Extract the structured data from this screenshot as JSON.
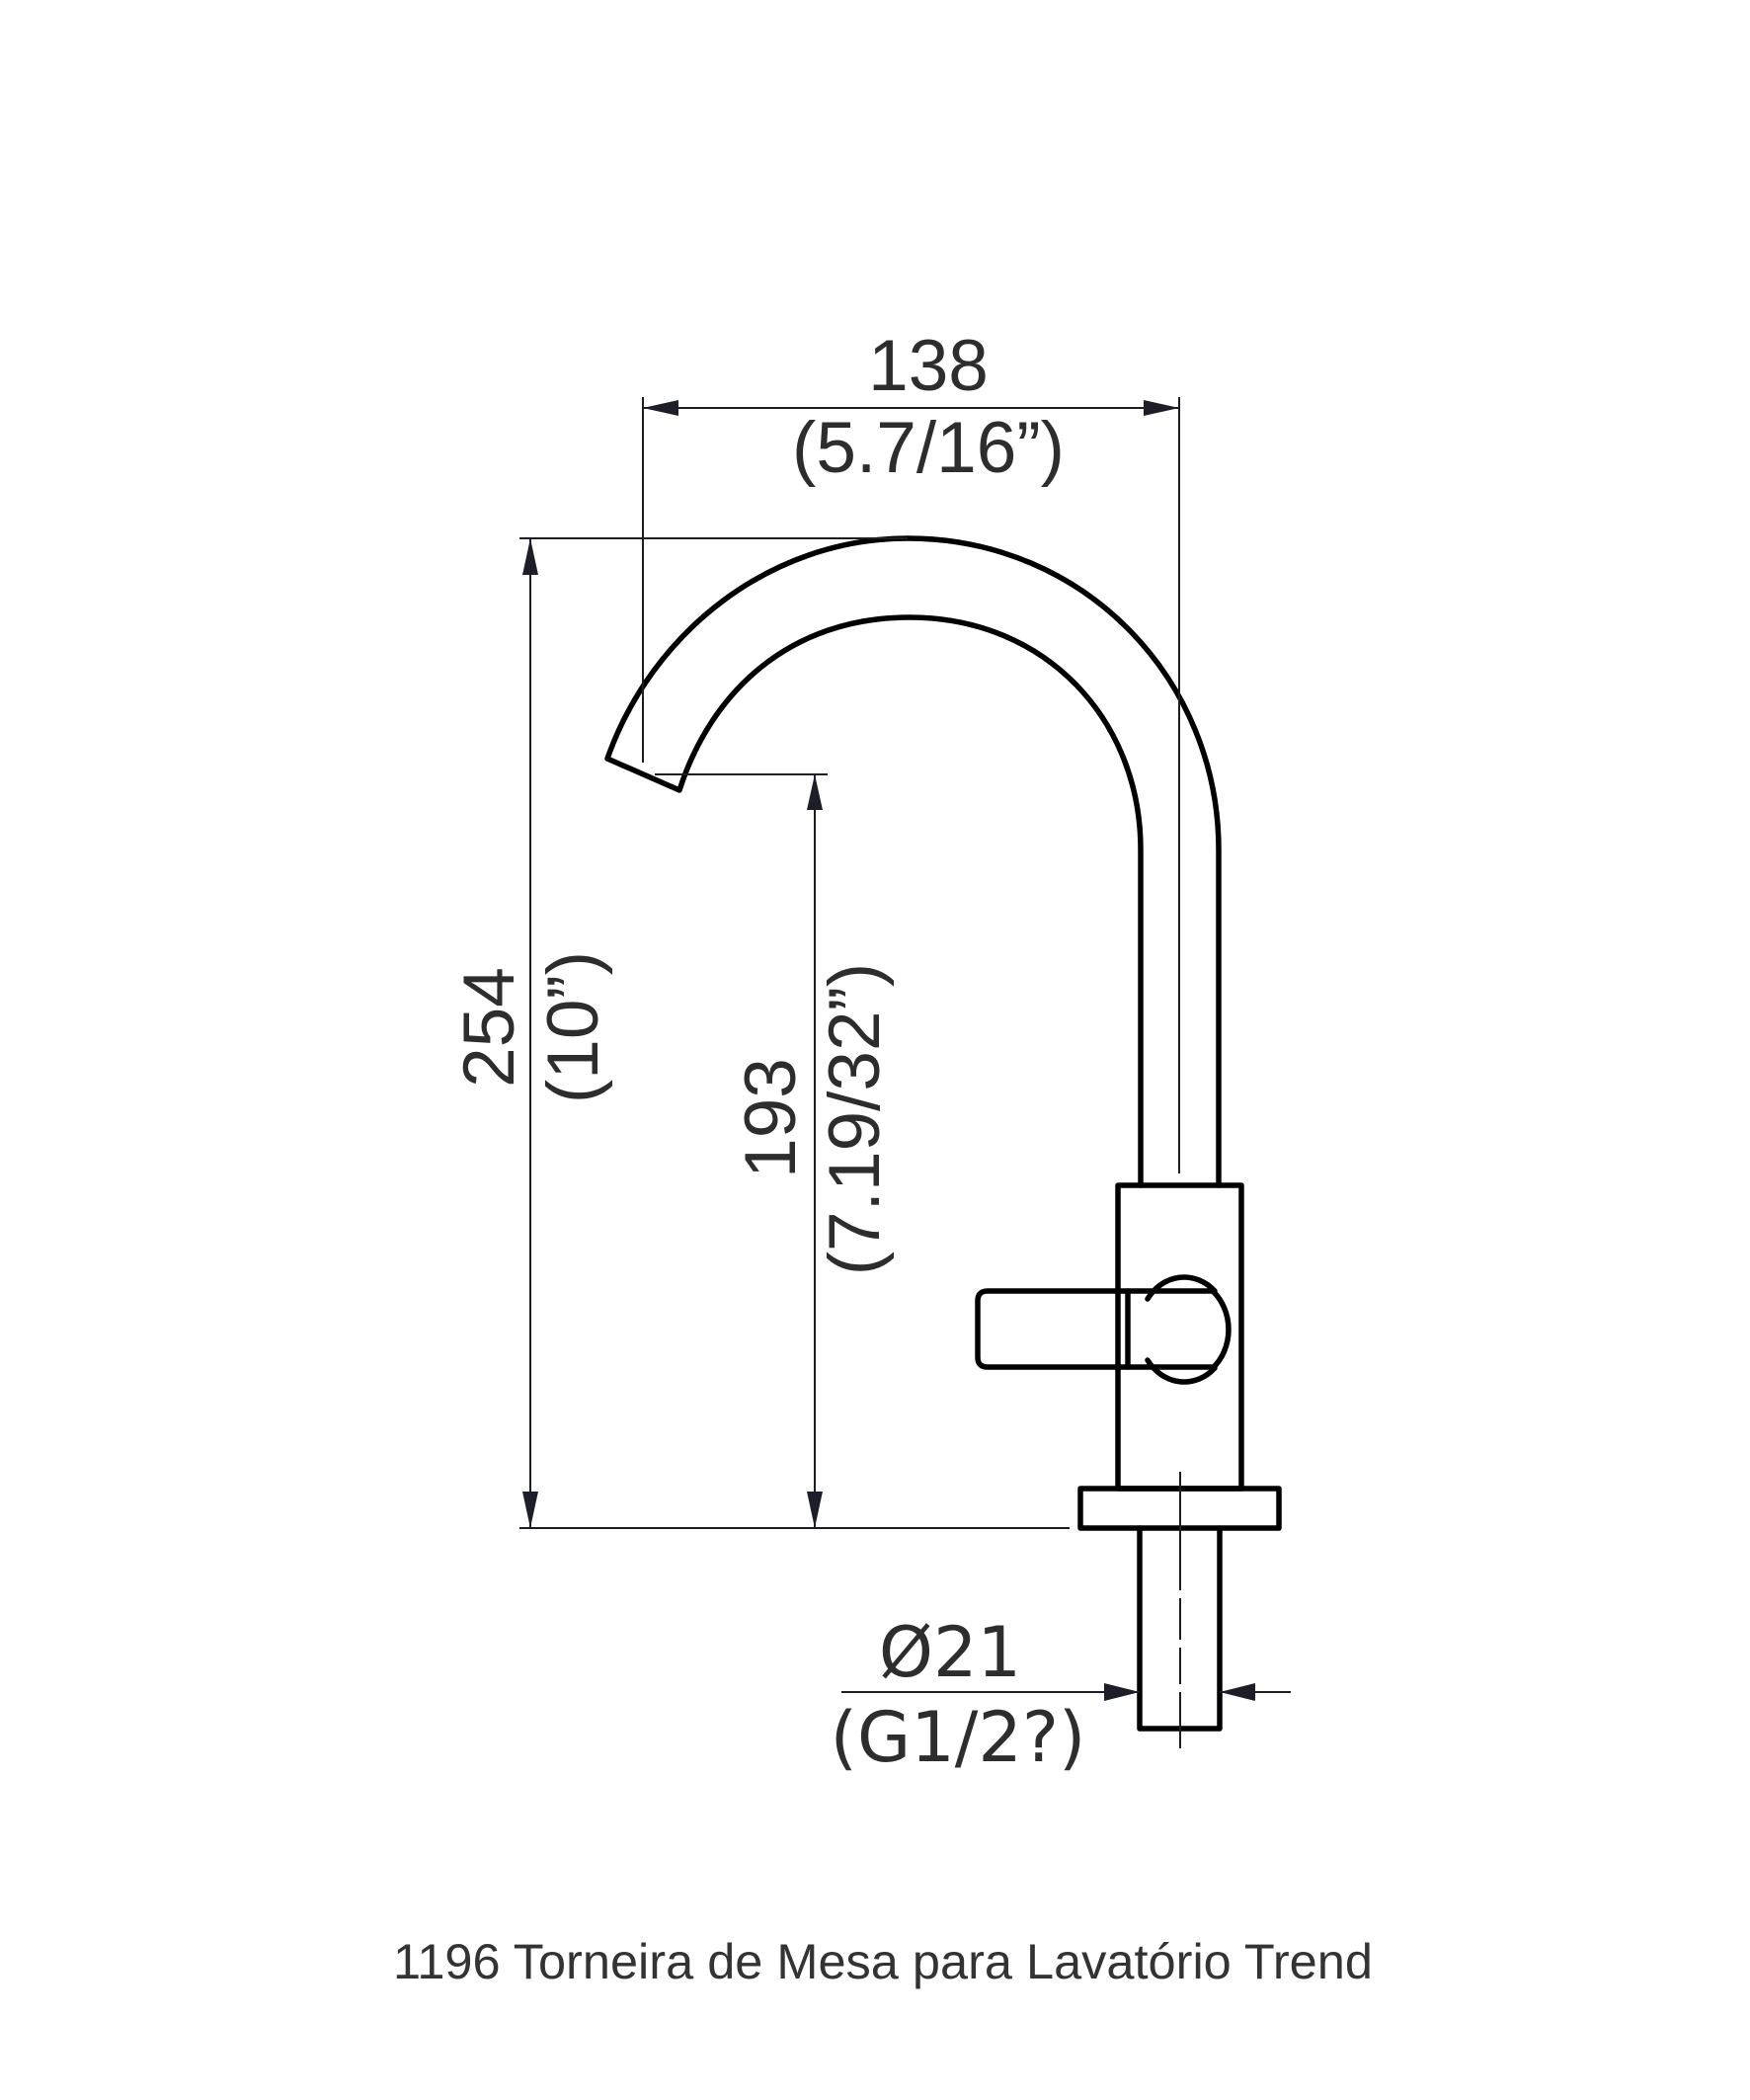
{
  "drawing": {
    "title": "1196 Torneira de Mesa para Lavatório Trend",
    "colors": {
      "outline": "#000000",
      "dimension_line": "#1e1e22",
      "text": "#2d2d2d",
      "background": "#ffffff"
    },
    "dimensions": {
      "spout_reach": {
        "metric": "138",
        "imperial": "(5.7/16”)"
      },
      "total_height": {
        "metric": "254",
        "imperial": "(10”)"
      },
      "spout_height": {
        "metric": "193",
        "imperial": "(7.19/32”)"
      },
      "inlet_diameter": {
        "metric": "Ø21",
        "thread": "(G1/2?)"
      }
    },
    "parts": [
      "spout",
      "body",
      "lever-handle",
      "cartridge-cap",
      "base-flange",
      "inlet-shank"
    ]
  }
}
